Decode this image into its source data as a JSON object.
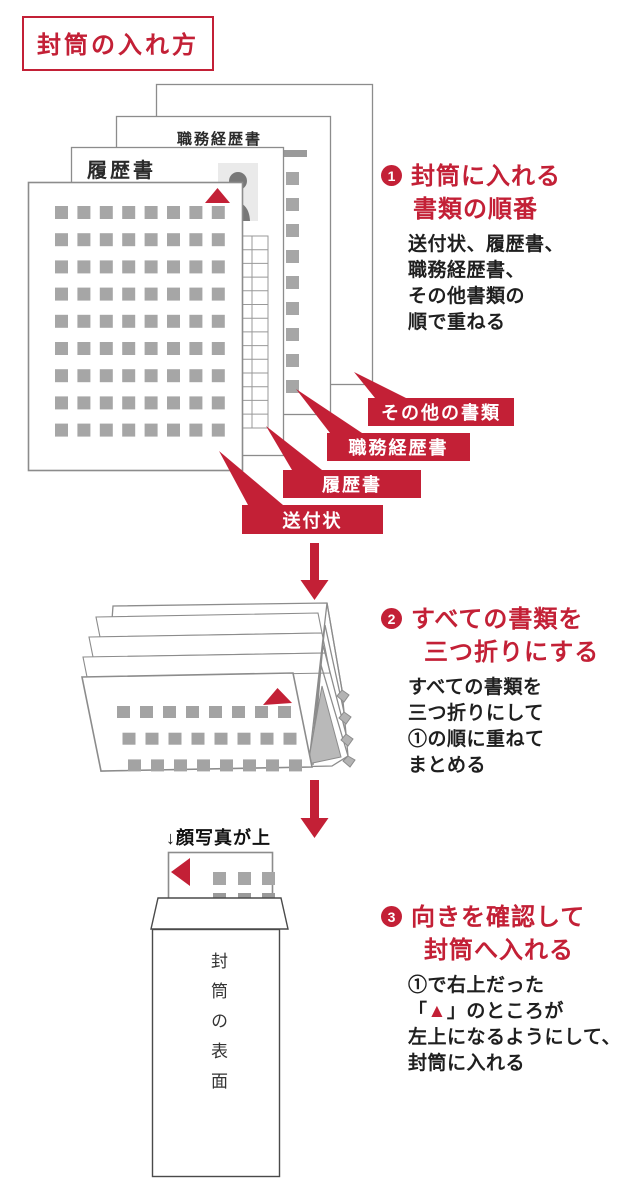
{
  "title": "封筒の入れ方",
  "colors": {
    "red": "#c32036",
    "text_dark": "#1f1f1f",
    "square_gray": "#a6a6a6",
    "border_gray": "#8c8c8c",
    "fold_shade_gray": "#b9b9b9"
  },
  "stack": {
    "paper_titles": {
      "rirekisho": "履歴書",
      "shokumu_keirekisho": "職務経歴書"
    },
    "callouts": [
      {
        "label": "その他の書類"
      },
      {
        "label": "職務経歴書"
      },
      {
        "label": "履歴書"
      },
      {
        "label": "送付状"
      }
    ]
  },
  "steps": [
    {
      "number": "1",
      "heading_lines": [
        "封筒に入れる",
        "書類の順番"
      ],
      "body_lines": [
        "送付状、履歴書、",
        "職務経歴書、",
        "その他書類の",
        "順で重ねる"
      ]
    },
    {
      "number": "2",
      "heading_lines": [
        "すべての書類を",
        "三つ折りにする"
      ],
      "body_lines": [
        "すべての書類を",
        "三つ折りにして",
        "①の順に重ねて",
        "まとめる"
      ]
    },
    {
      "number": "3",
      "heading_lines": [
        "向きを確認して",
        "封筒へ入れる"
      ],
      "body_lines": [
        "①で右上だった",
        "「▲」のところが",
        "左上になるようにして、",
        "封筒に入れる"
      ],
      "triangle_line": {
        "pre": "「",
        "mark": "▲",
        "post": "」のところが"
      }
    }
  ],
  "envelope": {
    "caption": "↓顔写真が上",
    "front_label": "封筒の表面"
  }
}
